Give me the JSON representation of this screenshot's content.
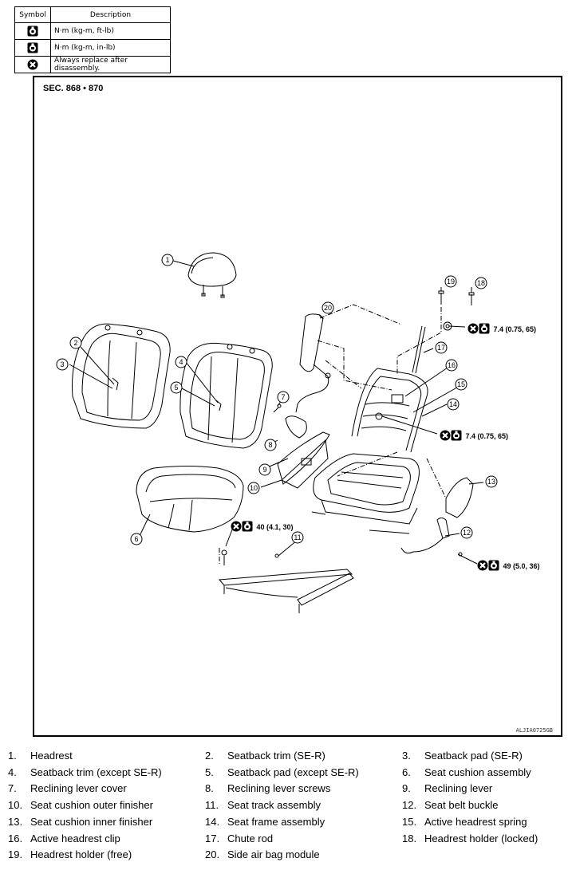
{
  "legend": {
    "header_symbol": "Symbol",
    "header_description": "Description",
    "rows": [
      {
        "icon": "torque-ftlb-icon",
        "description": "N·m (kg-m, ft-lb)"
      },
      {
        "icon": "torque-inlb-icon",
        "description": "N·m (kg-m, in-lb)"
      },
      {
        "icon": "always-replace-icon",
        "description": "Always replace after disassembly."
      }
    ]
  },
  "figure": {
    "section": "SEC. 868 • 870",
    "figure_code": "ALJIA0725GB",
    "torques": {
      "chute_nut": "7.4 (0.75, 65)",
      "frame_bolt": "7.4 (0.75, 65)",
      "track_bolt": "40 (4.1, 30)",
      "buckle_bolt": "49 (5.0, 36)"
    },
    "callouts": [
      "1",
      "2",
      "3",
      "4",
      "5",
      "6",
      "7",
      "8",
      "9",
      "10",
      "11",
      "12",
      "13",
      "14",
      "15",
      "16",
      "17",
      "18",
      "19",
      "20"
    ]
  },
  "parts": [
    {
      "num": "1.",
      "label": "Headrest"
    },
    {
      "num": "2.",
      "label": "Seatback trim (SE-R)"
    },
    {
      "num": "3.",
      "label": "Seatback pad (SE-R)"
    },
    {
      "num": "4.",
      "label": "Seatback trim (except SE-R)"
    },
    {
      "num": "5.",
      "label": "Seatback pad (except SE-R)"
    },
    {
      "num": "6.",
      "label": "Seat cushion assembly"
    },
    {
      "num": "7.",
      "label": "Reclining lever cover"
    },
    {
      "num": "8.",
      "label": "Reclining lever screws"
    },
    {
      "num": "9.",
      "label": "Reclining lever"
    },
    {
      "num": "10.",
      "label": "Seat cushion outer finisher"
    },
    {
      "num": "11.",
      "label": "Seat track assembly"
    },
    {
      "num": "12.",
      "label": "Seat belt buckle"
    },
    {
      "num": "13.",
      "label": "Seat cushion inner finisher"
    },
    {
      "num": "14.",
      "label": "Seat frame assembly"
    },
    {
      "num": "15.",
      "label": "Active headrest spring"
    },
    {
      "num": "16.",
      "label": "Active headrest clip"
    },
    {
      "num": "17.",
      "label": "Chute rod"
    },
    {
      "num": "18.",
      "label": "Headrest holder (locked)"
    },
    {
      "num": "19.",
      "label": "Headrest holder (free)"
    },
    {
      "num": "20.",
      "label": "Side air bag module"
    }
  ]
}
